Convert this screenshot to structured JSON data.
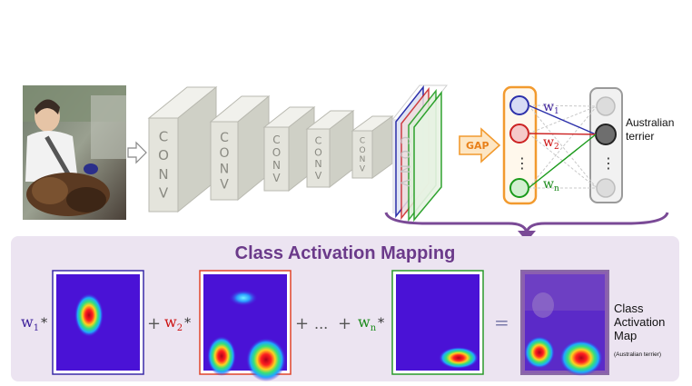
{
  "pipeline": {
    "conv_layers": [
      "CONV",
      "CONV",
      "CONV",
      "CONV",
      "CONV"
    ],
    "last_conv_label": "CONV",
    "gap_label": "GAP",
    "output_class_label": "Australian terrier",
    "weight_labels": [
      {
        "base": "w",
        "sub": "1",
        "color": "#3b1f9a"
      },
      {
        "base": "w",
        "sub": "2",
        "color": "#cc1111"
      },
      {
        "base": "w",
        "sub": "n",
        "color": "#1a8a1a"
      }
    ],
    "vertical_dots": "⋮"
  },
  "cam": {
    "title": "Class Activation Mapping",
    "terms": [
      {
        "w": "w",
        "sub": "1",
        "color": "#3b1f9a",
        "star": "*",
        "frame": "#3a2aa8"
      },
      {
        "w": "w",
        "sub": "2",
        "color": "#cc1111",
        "star": "*",
        "frame": "#e0442a"
      },
      {
        "w": "w",
        "sub": "n",
        "color": "#1a8a1a",
        "star": "*",
        "frame": "#2a9a2a"
      }
    ],
    "plus": "+",
    "ellipsis": "...",
    "equals": "=",
    "output_label_lines": [
      "Class",
      "Activation",
      "Map"
    ],
    "output_sublabel": "(Australian terrier)"
  },
  "colors": {
    "conv_face": "#e4e4dc",
    "conv_side": "#cfd0c6",
    "conv_top": "#f1f1ec",
    "panel_bg": "#ece4f1",
    "title_color": "#6b3a8a",
    "arrow_purple": "#7a4a96",
    "gap_orange": "#f29a2e",
    "heat_bg": "#4a12d6"
  }
}
